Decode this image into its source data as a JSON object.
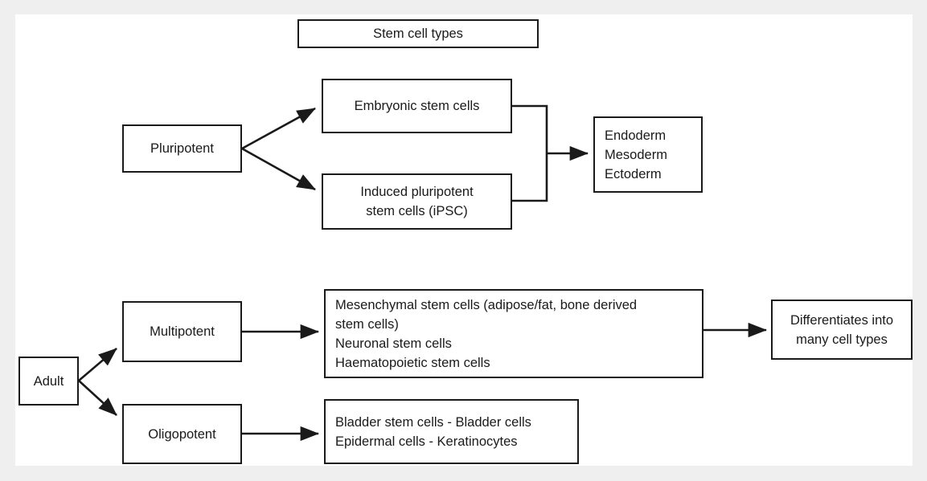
{
  "canvas": {
    "background": "#ffffff",
    "page_background": "#efefef",
    "stroke_color": "#1a1a1a"
  },
  "title_box": {
    "label": "Stem cell types"
  },
  "nodes": {
    "pluripotent": {
      "label": "Pluripotent"
    },
    "embryonic": {
      "label": "Embryonic stem cells"
    },
    "ipsc": {
      "line1": "Induced pluripotent",
      "line2": "stem cells (iPSC)"
    },
    "germ_layers": {
      "line1": "Endoderm",
      "line2": "Mesoderm",
      "line3": "Ectoderm"
    },
    "adult": {
      "label": "Adult"
    },
    "multipotent": {
      "label": "Multipotent"
    },
    "oligopotent": {
      "label": "Oligopotent"
    },
    "multipotent_cells": {
      "line1": "Mesenchymal stem cells (adipose/fat, bone derived",
      "line2": "stem cells)",
      "line3": "Neuronal stem cells",
      "line4": "Haematopoietic stem cells"
    },
    "oligopotent_cells": {
      "line1": "Bladder stem cells - Bladder cells",
      "line2": "Epidermal cells - Keratinocytes"
    },
    "differentiates": {
      "line1": "Differentiates into",
      "line2": "many cell types"
    }
  },
  "edges": [
    {
      "name": "pluripotent-to-embryonic",
      "type": "arrow"
    },
    {
      "name": "pluripotent-to-ipsc",
      "type": "arrow"
    },
    {
      "name": "embryonic-ipsc-to-germ-layers",
      "type": "merge-arrow"
    },
    {
      "name": "adult-to-multipotent",
      "type": "arrow"
    },
    {
      "name": "adult-to-oligopotent",
      "type": "arrow"
    },
    {
      "name": "multipotent-to-cells",
      "type": "arrow"
    },
    {
      "name": "oligopotent-to-cells",
      "type": "arrow"
    },
    {
      "name": "multipotent-cells-to-differentiates",
      "type": "arrow"
    }
  ]
}
